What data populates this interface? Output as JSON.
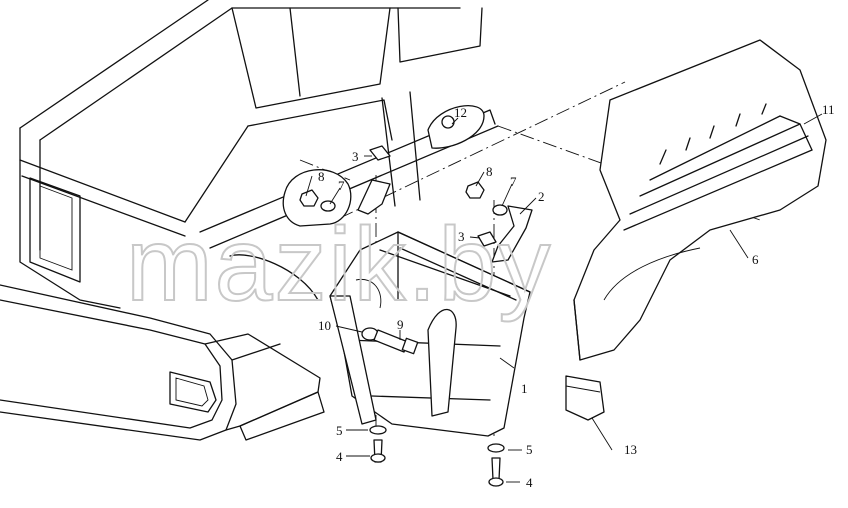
{
  "watermark": "mazik.by",
  "callouts": {
    "c1": "1",
    "c2": "2",
    "c3a": "3",
    "c3b": "3",
    "c4a": "4",
    "c4b": "4",
    "c5a": "5",
    "c5b": "5",
    "c6": "6",
    "c7a": "7",
    "c7b": "7",
    "c8a": "8",
    "c8b": "8",
    "c9": "9",
    "c10": "10",
    "c11": "11",
    "c12": "12",
    "c13": "13"
  }
}
